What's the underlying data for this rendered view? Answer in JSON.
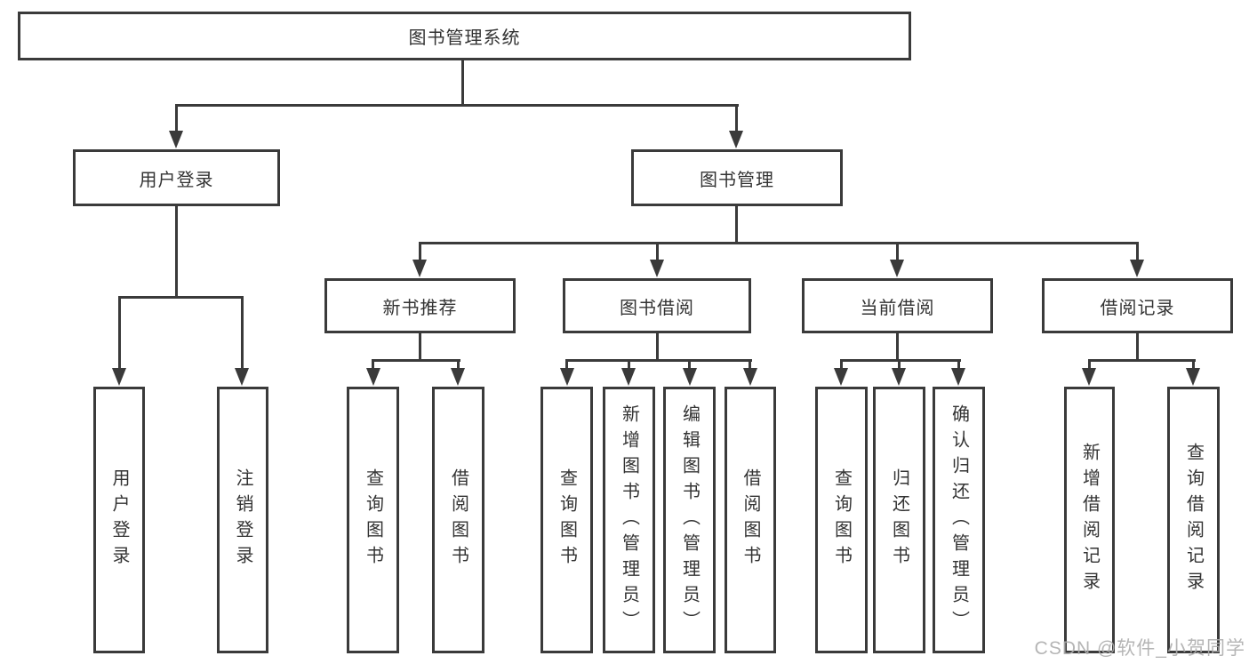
{
  "diagram": {
    "root": {
      "label": "图书管理系统"
    },
    "level2": {
      "user_login": {
        "label": "用户登录"
      },
      "book_management": {
        "label": "图书管理"
      }
    },
    "level3": {
      "new_book_recommend": {
        "label": "新书推荐"
      },
      "book_borrowing": {
        "label": "图书借阅"
      },
      "current_borrowing": {
        "label": "当前借阅"
      },
      "borrowing_records": {
        "label": "借阅记录"
      }
    },
    "leaves": {
      "user_login": [
        "用户登录",
        "注销登录"
      ],
      "new_book_recommend": [
        "查询图书",
        "借阅图书"
      ],
      "book_borrowing": [
        "查询图书",
        "新增图书（管理员）",
        "编辑图书（管理员）",
        "借阅图书"
      ],
      "current_borrowing": [
        "查询图书",
        "归还图书",
        "确认归还（管理员）"
      ],
      "borrowing_records": [
        "新增借阅记录",
        "查询借阅记录"
      ]
    }
  },
  "watermark": {
    "text": "CSDN @软件_小贺同学"
  },
  "colors": {
    "line": "#3a3a3a",
    "text": "#333333",
    "watermark": "#adadad",
    "background": "#ffffff"
  }
}
